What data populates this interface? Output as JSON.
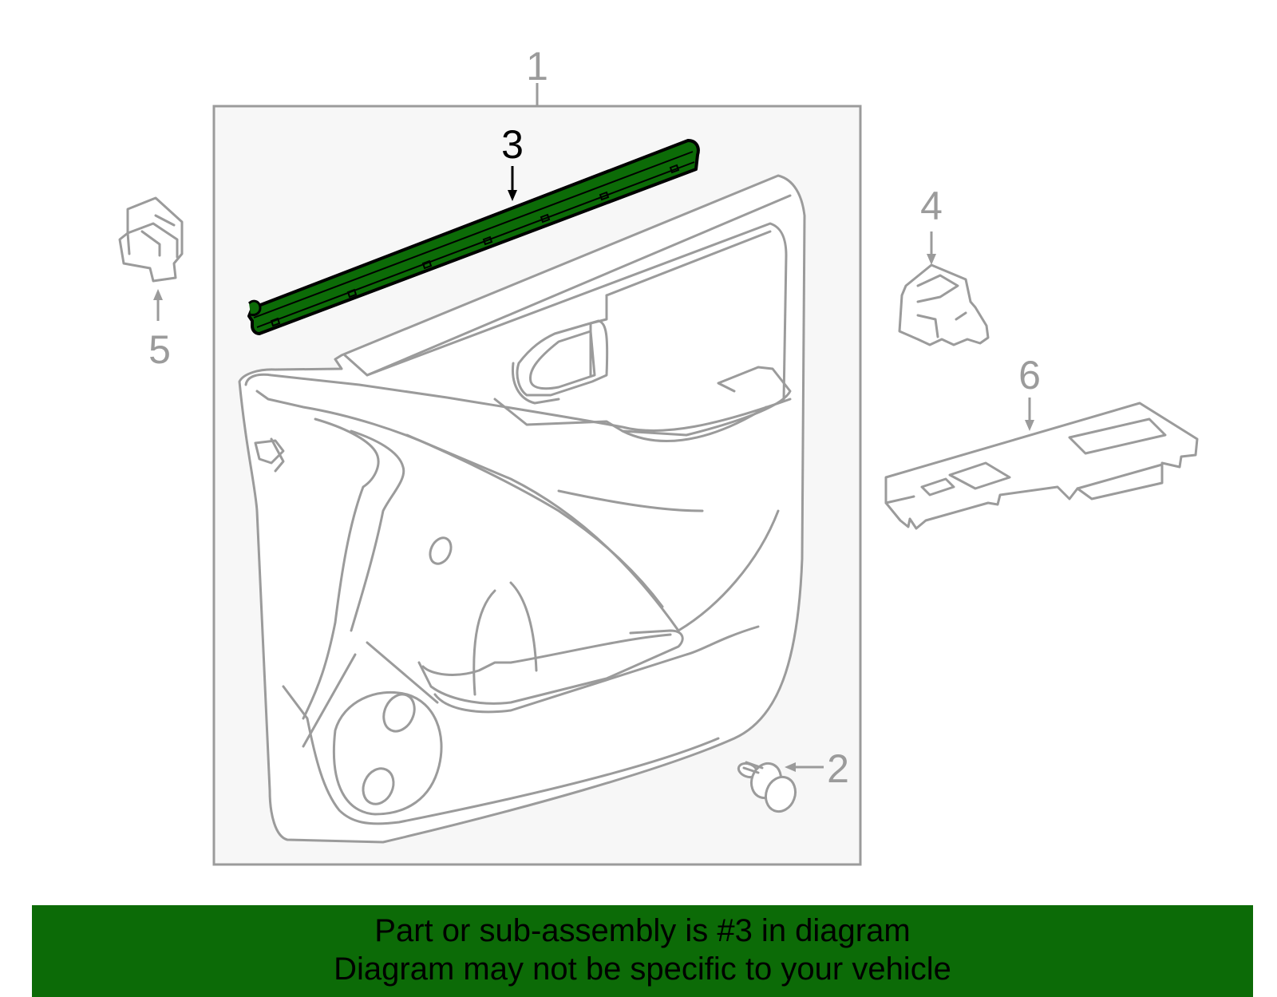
{
  "callouts": [
    {
      "number": "1",
      "highlighted": false
    },
    {
      "number": "2",
      "highlighted": false
    },
    {
      "number": "3",
      "highlighted": true
    },
    {
      "number": "4",
      "highlighted": false
    },
    {
      "number": "5",
      "highlighted": false
    },
    {
      "number": "6",
      "highlighted": false
    }
  ],
  "banner": {
    "line1": "Part or sub-assembly is #3 in diagram",
    "line2": "Diagram may not be specific to your vehicle"
  },
  "colors": {
    "highlight": "#0c6b07",
    "line_art": "#9b9b9b",
    "panel_bg": "#f7f7f7",
    "text": "#000000"
  }
}
